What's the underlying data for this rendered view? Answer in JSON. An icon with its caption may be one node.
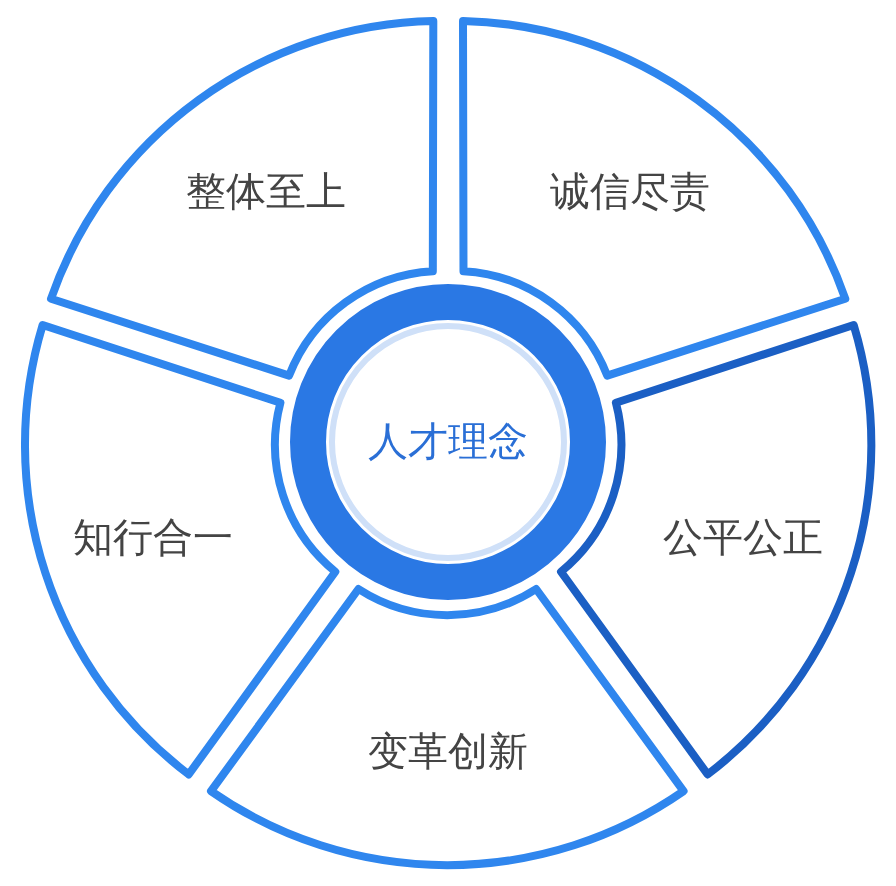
{
  "diagram": {
    "nodes": [
      {
        "text": [
          "整体至上"
        ]
      },
      {
        "text": [
          "诚信尽责"
        ]
      },
      {
        "text": [
          "知行合一"
        ]
      },
      {
        "text": [
          "人才理念"
        ]
      },
      {
        "text": [
          "公平公正"
        ]
      },
      {
        "text": [
          "变革创新"
        ]
      }
    ]
  }
}
